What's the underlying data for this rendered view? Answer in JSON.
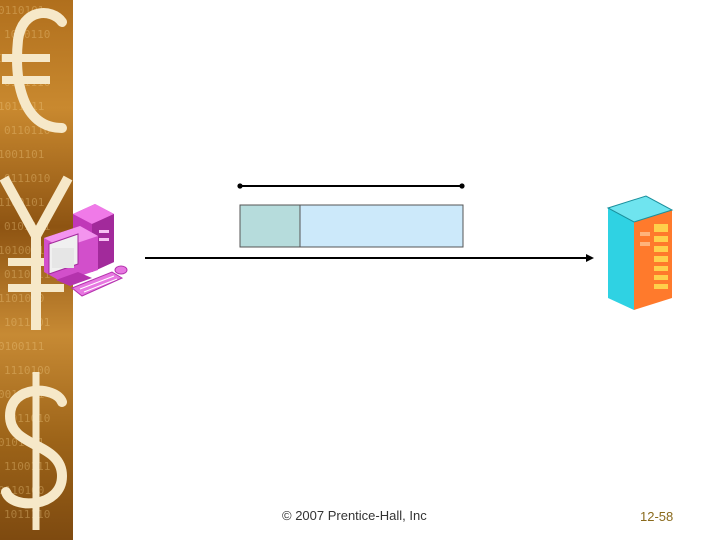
{
  "slide": {
    "copyright": "© 2007 Prentice-Hall, Inc",
    "slide_number": "12-58"
  },
  "sidebar": {
    "binary_lines": [
      "0110101",
      "1010110",
      "1101001",
      "0101110",
      "1011011",
      "0110110",
      "1001101",
      "0111010",
      "1100101",
      "0101101",
      "1010011",
      "0110111",
      "1101010",
      "1011001",
      "0100111",
      "1110100",
      "0011011",
      "1011010",
      "0101011",
      "1100111",
      "0110100",
      "1011110"
    ]
  },
  "colors": {
    "accent": "#c9892f",
    "segment_left": "#b6dcdc",
    "segment_right": "#cce9fa",
    "client_magenta": "#e05ad9",
    "server_cyan": "#2fd2e3",
    "server_orange": "#ff7a2c"
  },
  "icons": {
    "client": "desktop-computer-icon",
    "server": "server-tower-icon"
  }
}
